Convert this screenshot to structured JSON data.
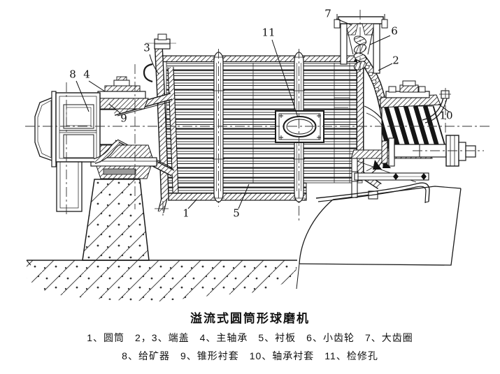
{
  "figure": {
    "title": "溢流式圆筒形球磨机",
    "parts_line1": "1、圆筒　2，3、端盖　4、主轴承　5、衬板　6、小齿轮　7、大齿圈",
    "parts_line2": "8、给矿器　9、锥形衬套　10、轴承衬套　11、检修孔",
    "parts": [
      {
        "num": "1",
        "name": "圆筒"
      },
      {
        "num": "2，3",
        "name": "端盖"
      },
      {
        "num": "4",
        "name": "主轴承"
      },
      {
        "num": "5",
        "name": "衬板"
      },
      {
        "num": "6",
        "name": "小齿轮"
      },
      {
        "num": "7",
        "name": "大齿圈"
      },
      {
        "num": "8",
        "name": "给矿器"
      },
      {
        "num": "9",
        "name": "锥形衬套"
      },
      {
        "num": "10",
        "name": "轴承衬套"
      },
      {
        "num": "11",
        "name": "检修孔"
      }
    ],
    "callouts": [
      {
        "num": "1"
      },
      {
        "num": "2"
      },
      {
        "num": "3"
      },
      {
        "num": "4"
      },
      {
        "num": "5"
      },
      {
        "num": "6"
      },
      {
        "num": "7"
      },
      {
        "num": "8"
      },
      {
        "num": "9"
      },
      {
        "num": "10"
      },
      {
        "num": "11"
      }
    ],
    "colors": {
      "line": "#1a1a1a",
      "shim_grey": "#9a9a9a",
      "background": "#ffffff"
    }
  }
}
